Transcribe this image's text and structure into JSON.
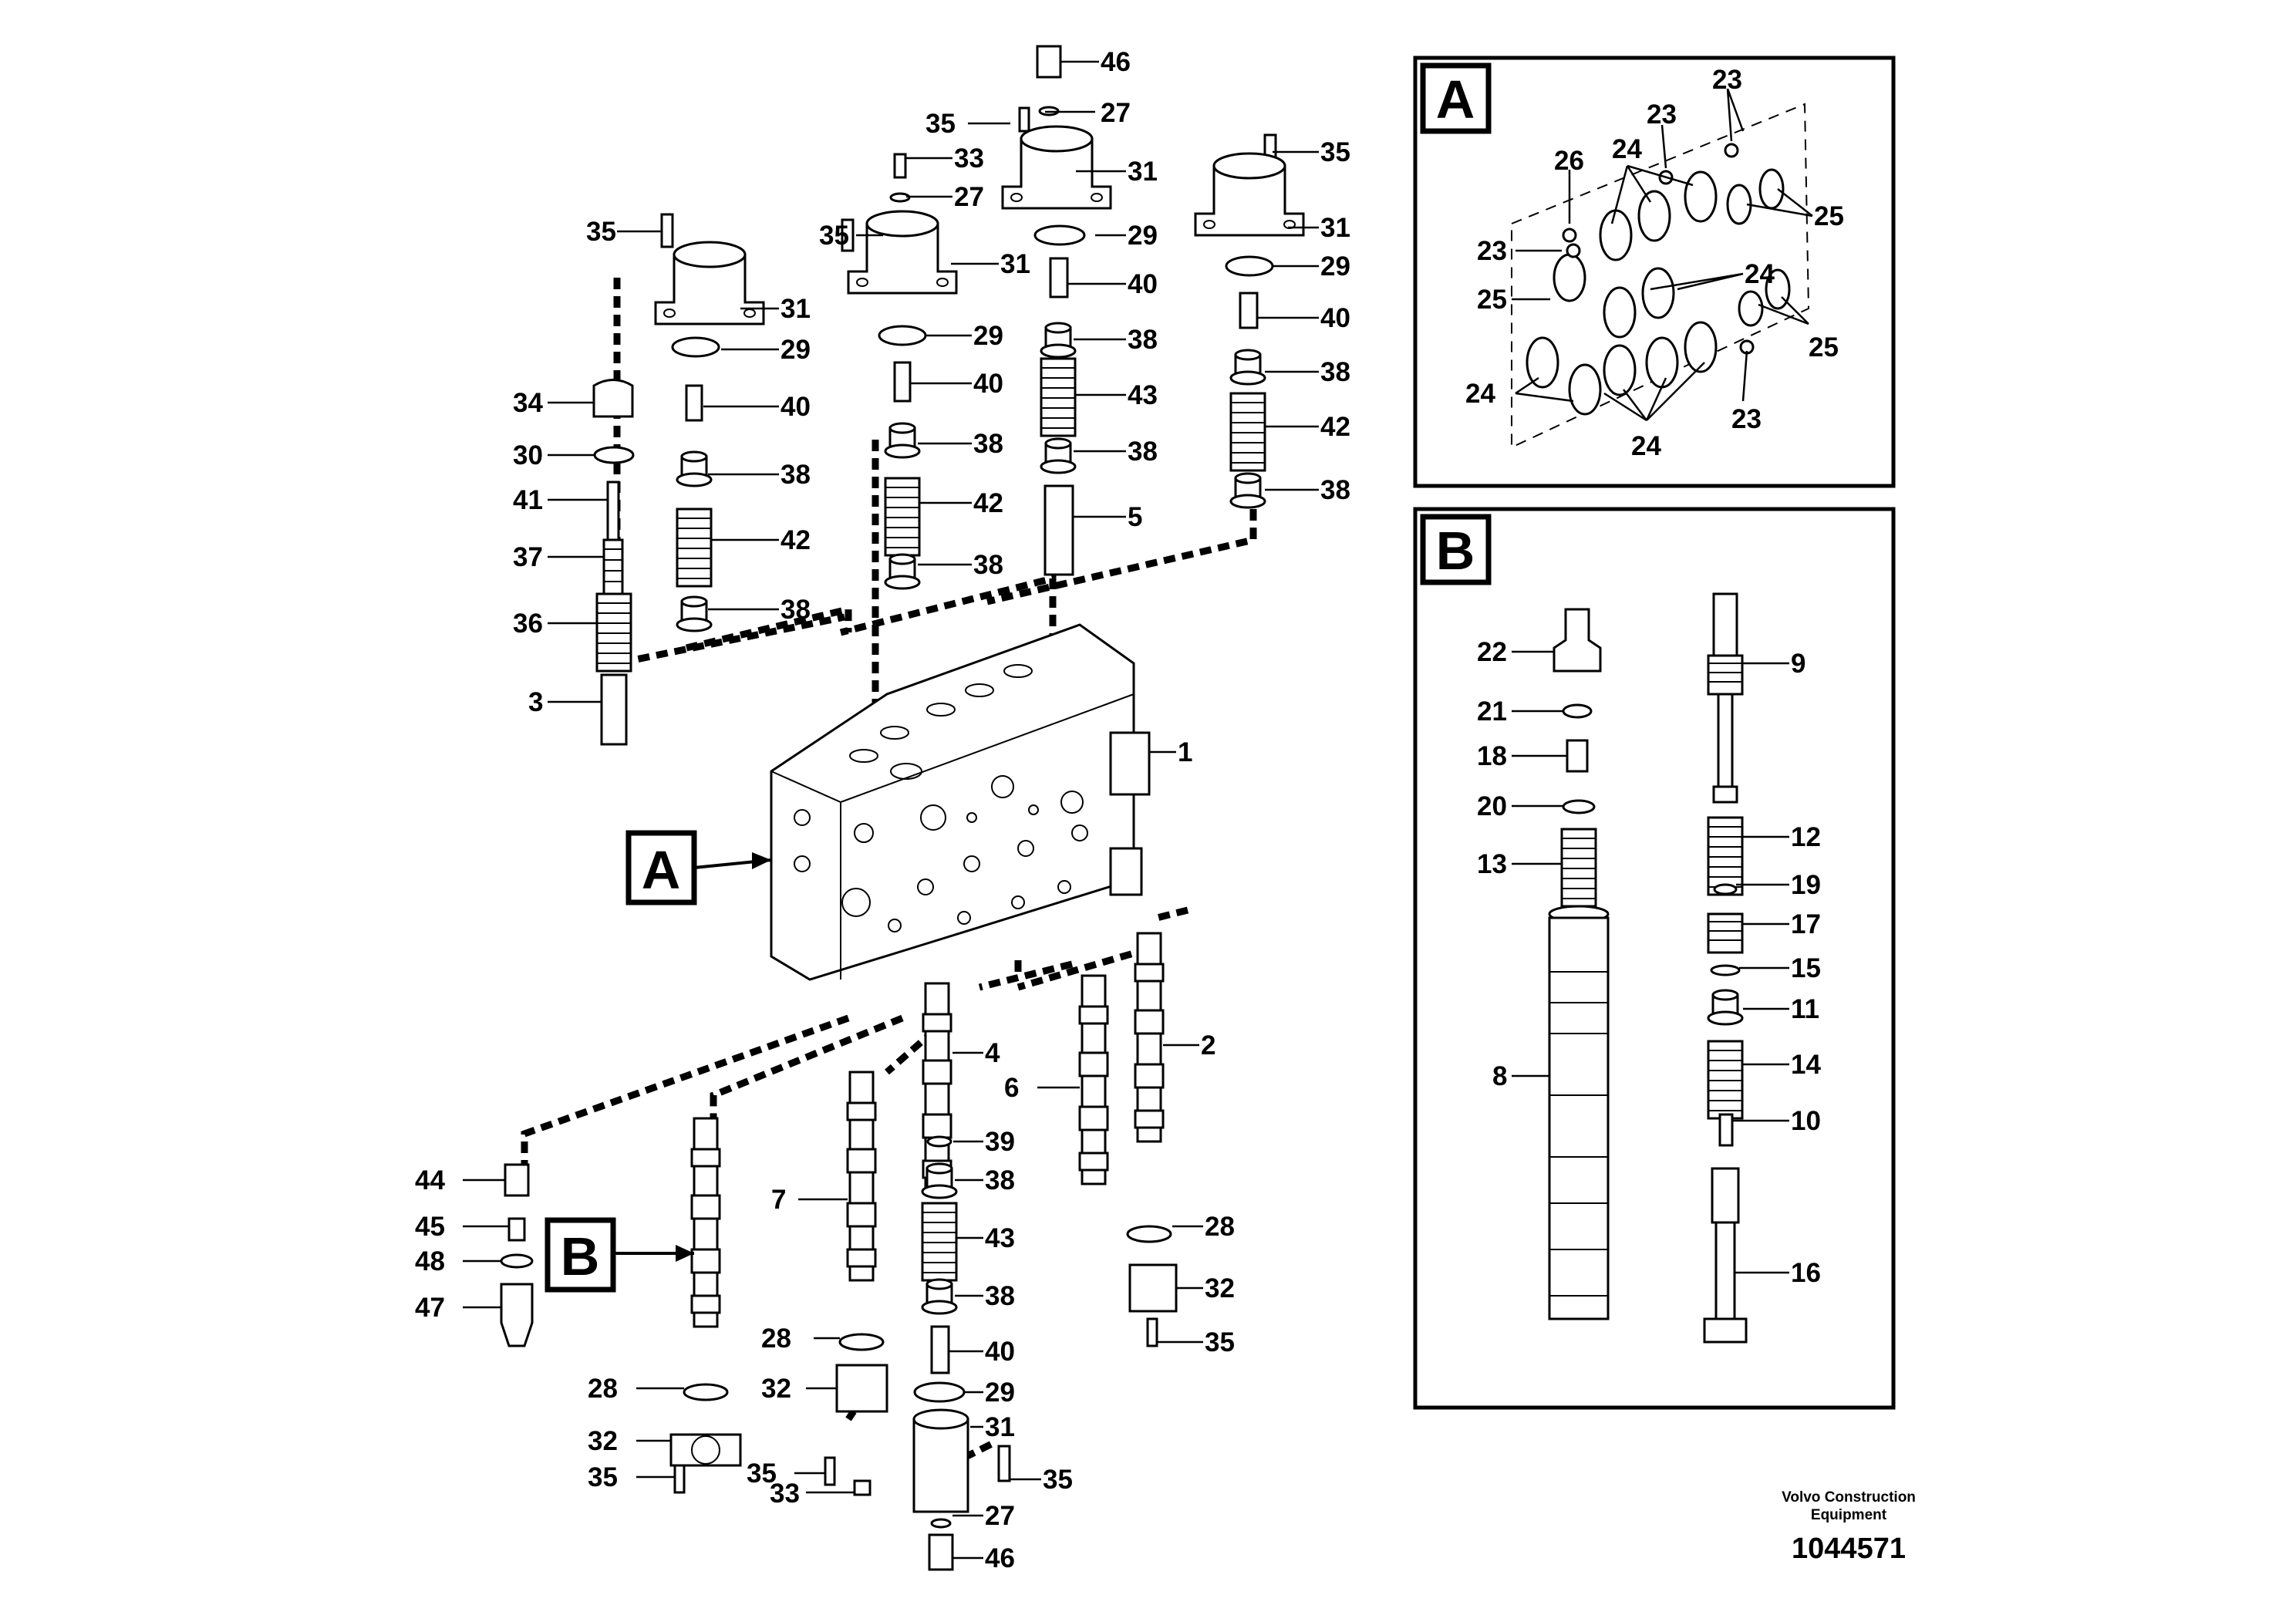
{
  "footer": {
    "brand_line1": "Volvo Construction",
    "brand_line2": "Equipment",
    "drawing_number": "1044571"
  },
  "callouts": {
    "detail_a": "A",
    "detail_b": "B"
  },
  "labels": [
    "46",
    "27",
    "35",
    "33",
    "31",
    "29",
    "40",
    "38",
    "43",
    "5",
    "42",
    "34",
    "30",
    "41",
    "37",
    "36",
    "3",
    "1",
    "2",
    "4",
    "6",
    "39",
    "7",
    "44",
    "45",
    "48",
    "47",
    "28",
    "32",
    "22",
    "21",
    "18",
    "20",
    "13",
    "8",
    "9",
    "12",
    "19",
    "17",
    "15",
    "11",
    "14",
    "10",
    "16",
    "26",
    "23",
    "24",
    "25"
  ]
}
